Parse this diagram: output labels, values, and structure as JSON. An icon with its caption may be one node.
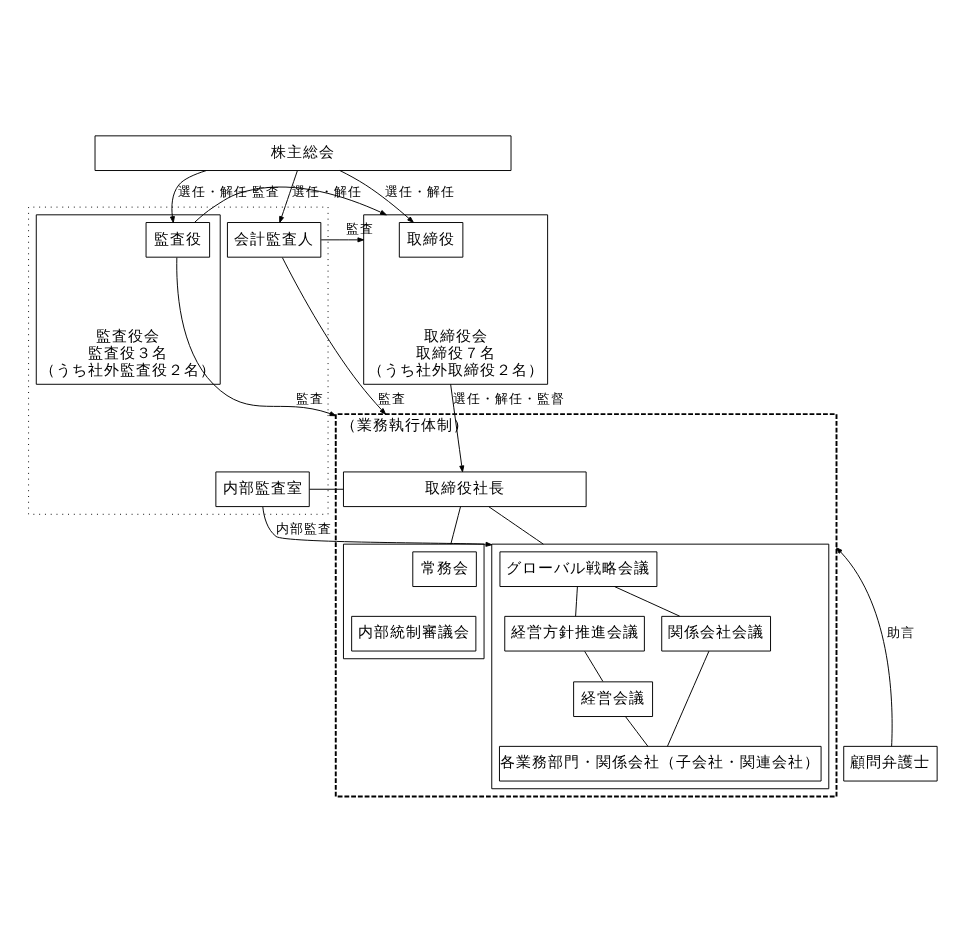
{
  "diagram": {
    "nodes": [
      {
        "text": [
          "株主総会"
        ]
      },
      {
        "text": [
          "取締役会",
          "取締役７名",
          "（うち社外取締役２名）"
        ]
      },
      {
        "text": [
          "取締役"
        ],
        "in": 1
      },
      {
        "text": [],
        "shape": "box"
      },
      {
        "text": [
          "監査役会",
          "監査役３名",
          "（うち社外監査役２名）"
        ],
        "in": 3
      },
      {
        "text": [
          "監査役"
        ],
        "in": 4
      },
      {
        "text": [
          "会計監査人"
        ],
        "in": 3
      },
      {
        "text": [
          "（業務執行体制）"
        ]
      },
      {
        "text": [
          "取締役社長"
        ],
        "in": 7
      },
      {
        "text": [],
        "shape": "box",
        "in": 7
      },
      {
        "text": [
          "常務会"
        ],
        "in": 9
      },
      {
        "text": [
          "内部統制審議会"
        ],
        "in": 9
      },
      {
        "text": [],
        "shape": "box",
        "in": 7
      },
      {
        "text": [
          "グローバル戦略会議"
        ],
        "in": 12
      },
      {
        "text": [
          "経営方針推進会議"
        ],
        "in": 12
      },
      {
        "text": [
          "関係会社会議"
        ],
        "in": 12
      },
      {
        "text": [
          "経営会議"
        ],
        "in": 12
      },
      {
        "text": [
          "各業務部門・関係会社（子会社・関連会社）"
        ],
        "in": 12
      },
      {
        "text": [
          "内部監査室"
        ],
        "in": 3
      },
      {
        "text": [
          "顧問弁護士"
        ]
      }
    ],
    "edges": [
      {
        "from": 0,
        "to": 2,
        "arrow": "to",
        "label": "選任・解任"
      },
      {
        "from": 0,
        "to": 5,
        "arrow": "to",
        "label": "選任・解任"
      },
      {
        "from": 0,
        "to": 6,
        "arrow": "to",
        "label": "選任・解任"
      },
      {
        "from": 5,
        "to": 1,
        "arrow": "to",
        "label": "監査"
      },
      {
        "from": 6,
        "to": 1,
        "arrow": "to",
        "label": "監査"
      },
      {
        "from": 6,
        "to": 7,
        "arrow": "to",
        "label": "監査"
      },
      {
        "from": 5,
        "to": 7,
        "arrow": "to",
        "label": "監査"
      },
      {
        "from": 1,
        "to": 8,
        "arrow": "to",
        "label": "選任・解任・監督"
      },
      {
        "from": 8,
        "to": 18,
        "arrow": "none"
      },
      {
        "from": 8,
        "to": 9,
        "arrow": "none"
      },
      {
        "from": 8,
        "to": 12,
        "arrow": "none"
      },
      {
        "from": 13,
        "to": 14,
        "arrow": "none"
      },
      {
        "from": 14,
        "to": 16,
        "arrow": "none"
      },
      {
        "from": 16,
        "to": 17,
        "arrow": "none"
      },
      {
        "from": 13,
        "to": 15,
        "arrow": "none"
      },
      {
        "from": 15,
        "to": 17,
        "arrow": "none"
      },
      {
        "from": 18,
        "to": 12,
        "arrow": "to",
        "label": "内部監査"
      },
      {
        "from": 19,
        "to": 7,
        "arrow": "to",
        "label": "助言"
      }
    ]
  }
}
